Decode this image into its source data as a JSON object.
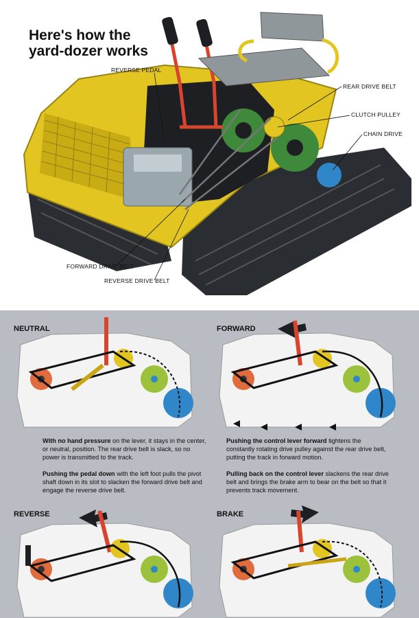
{
  "headline": "Here's how the\nyard-dozer works",
  "callouts": {
    "reverse_pedal": "REVERSE PEDAL",
    "rear_drive_belt": "REAR DRIVE BELT",
    "clutch_pulley": "CLUTCH PULLEY",
    "chain_drive": "CHAIN DRIVE",
    "forward_drive_belt": "FORWARD DRIVE BELT",
    "reverse_drive_belt": "REVERSE DRIVE BELT"
  },
  "panels": {
    "neutral": {
      "title": "NEUTRAL"
    },
    "forward": {
      "title": "FORWARD"
    },
    "reverse": {
      "title": "REVERSE"
    },
    "brake": {
      "title": "BRAKE"
    }
  },
  "paragraphs": {
    "neutral": {
      "lead": "With no hand pressure",
      "rest": " on the lever, it stays in the center, or neutral, position. The rear drive belt is slack, so no power is transmitted to the track."
    },
    "forward": {
      "lead": "Pushing the control lever forward",
      "rest": " tightens the constantly rotating drive pulley against the rear drive belt, putting the track in forward motion."
    },
    "reverse": {
      "lead": "Pushing the pedal down",
      "rest": " with the left foot pulls the pivot shaft down in its slot to slacken the forward drive belt and engage the reverse drive belt."
    },
    "brake": {
      "lead": "Pulling back on the control lever",
      "rest": " slackens the rear drive belt and brings the brake arm to bear on the belt so that it prevents track movement."
    }
  },
  "colors": {
    "body_yellow": "#e2c521",
    "track_dark": "#2a2e33",
    "engine_gray": "#9aa7ad",
    "pulley_green": "#3f8a3a",
    "sprocket_blue": "#2f86c9",
    "lever_red": "#d8452e",
    "panel_bg": "#b9bcc3"
  }
}
